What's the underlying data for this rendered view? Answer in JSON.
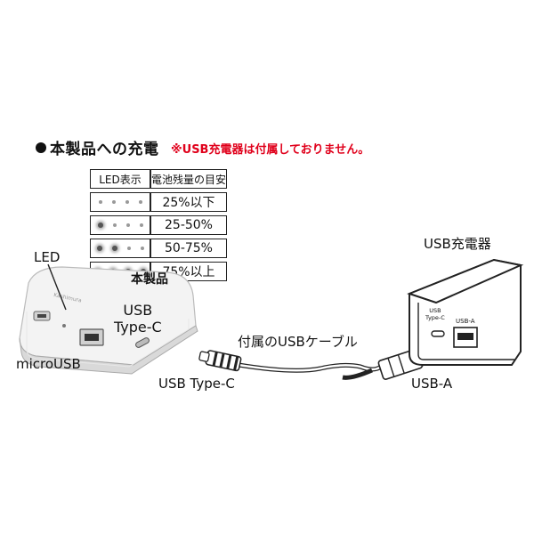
{
  "section": {
    "title": "本製品への充電",
    "note": "※USB充電器は付属しておりません。"
  },
  "led_table": {
    "header_led": "LED表示",
    "header_level": "電池残量の目安",
    "rows": [
      {
        "lit": 0,
        "level": "25%以下"
      },
      {
        "lit": 1,
        "level": "25-50%"
      },
      {
        "lit": 2,
        "level": "50-75%"
      },
      {
        "lit": 4,
        "level": "75%以上"
      }
    ]
  },
  "labels": {
    "led": "LED",
    "product": "本製品",
    "usb_type_c_port": "USB\nType-C",
    "micro_usb": "microUSB",
    "cable": "付属のUSBケーブル",
    "cable_end_c": "USB Type-C",
    "cable_end_a": "USB-A",
    "charger": "USB充電器",
    "charger_port_c": "USB\nType-C",
    "charger_port_a": "USB-A",
    "brand": "Kashimura"
  },
  "colors": {
    "accent_red": "#e0001b",
    "line": "#222222"
  }
}
